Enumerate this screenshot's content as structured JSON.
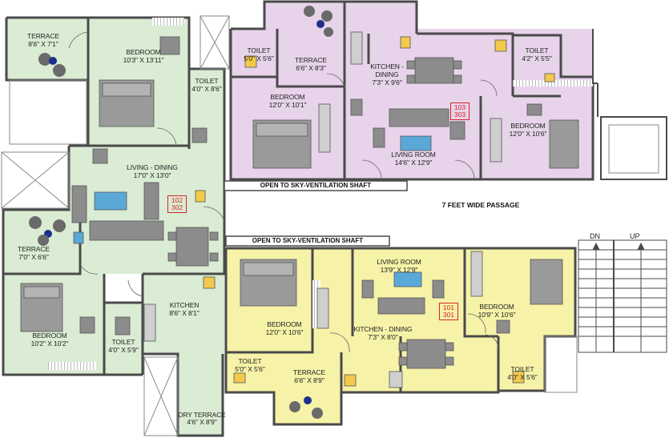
{
  "colors": {
    "green": "#daecd3",
    "pink": "#e7d3ea",
    "yellow": "#f6f2a8",
    "wall": "#4a4a4a",
    "furniture": "#8c8c8c",
    "plant_blue": "#1d2f8c",
    "unit_red": "#d8262b"
  },
  "rooms": [
    {
      "id": "g-terrace-top",
      "name": "TERRACE",
      "dim": "8'6\" X 7'1\""
    },
    {
      "id": "g-bedroom-top",
      "name": "BEDROOM",
      "dim": "10'3\" X 13'11\""
    },
    {
      "id": "g-toilet-top",
      "name": "TOILET",
      "dim": "4'0\" X 8'6\""
    },
    {
      "id": "g-living",
      "name": "LIVING - DINING",
      "dim": "17'0\" X 13'0\""
    },
    {
      "id": "g-terrace-mid",
      "name": "TERRACE",
      "dim": "7'0\" X 6'6\""
    },
    {
      "id": "g-bedroom-bot",
      "name": "BEDROOM",
      "dim": "10'2\" X 10'2\""
    },
    {
      "id": "g-toilet-bot",
      "name": "TOILET",
      "dim": "4'0\" X 5'9\""
    },
    {
      "id": "g-kitchen",
      "name": "KITCHEN",
      "dim": "8'6\" X 8'1\""
    },
    {
      "id": "g-dry-terrace",
      "name": "DRY TERRACE",
      "dim": "4'6\" X 8'9\""
    },
    {
      "id": "p-toilet-left",
      "name": "TOILET",
      "dim": "5'0\" X 5'6\""
    },
    {
      "id": "p-terrace",
      "name": "TERRACE",
      "dim": "6'6\" X 8'3\""
    },
    {
      "id": "p-bedroom-left",
      "name": "BEDROOM",
      "dim": "12'0\" X 10'1\""
    },
    {
      "id": "p-kitchen",
      "name": "KITCHEN - DINING",
      "dim": "7'3\" X 9'6\""
    },
    {
      "id": "p-living",
      "name": "LIVING ROOM",
      "dim": "14'6\" X 12'9\""
    },
    {
      "id": "p-toilet-right",
      "name": "TOILET",
      "dim": "4'2\" X 5'5\""
    },
    {
      "id": "p-bedroom-right",
      "name": "BEDROOM",
      "dim": "12'0\" X 10'6\""
    },
    {
      "id": "y-living",
      "name": "LIVING ROOM",
      "dim": "13'9\" X 12'9\""
    },
    {
      "id": "y-bedroom-left",
      "name": "BEDROOM",
      "dim": "12'0\" X 10'6\""
    },
    {
      "id": "y-kitchen",
      "name": "KITCHEN - DINING",
      "dim": "7'3\" X 8'0\""
    },
    {
      "id": "y-bedroom-right",
      "name": "BEDROOM",
      "dim": "10'9\" X 10'6\""
    },
    {
      "id": "y-toilet-left",
      "name": "TOILET",
      "dim": "5'0\" X 5'6\""
    },
    {
      "id": "y-terrace",
      "name": "TERRACE",
      "dim": "6'6\" X 8'9\""
    },
    {
      "id": "y-toilet-right",
      "name": "TOILET",
      "dim": "4'0\" X 5'6\""
    }
  ],
  "units": {
    "green": [
      "102",
      "302"
    ],
    "pink": [
      "103",
      "303"
    ],
    "yellow": [
      "101",
      "301"
    ]
  },
  "labels": {
    "shaft_top": "OPEN TO SKY-VENTILATION SHAFT",
    "shaft_bottom": "OPEN TO SKY-VENTILATION SHAFT",
    "passage": "7 FEET WIDE PASSAGE",
    "stair_down": "DN",
    "stair_up": "UP"
  }
}
